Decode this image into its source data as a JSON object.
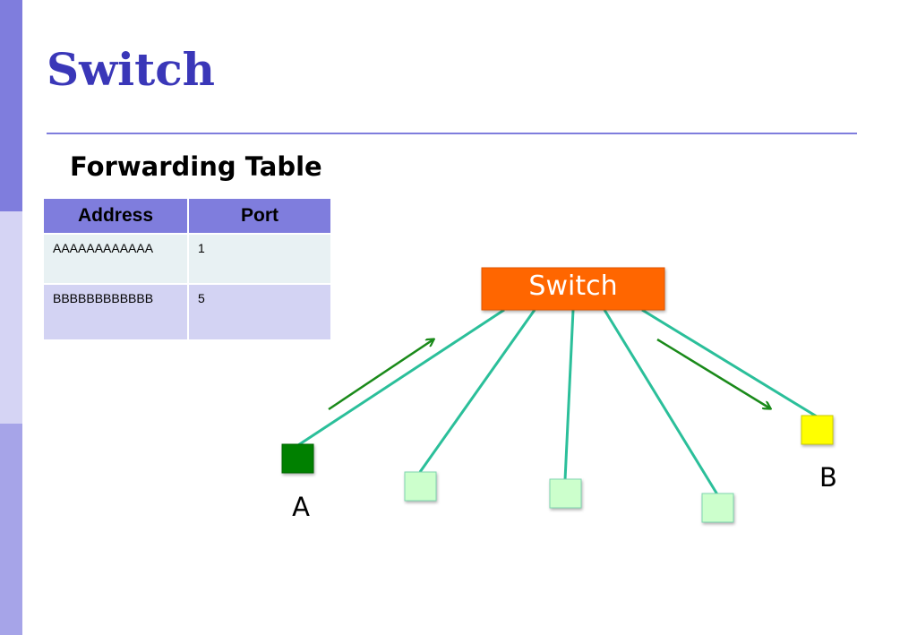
{
  "slide": {
    "title": "Switch"
  },
  "forwarding_table": {
    "heading": "Forwarding Table",
    "columns": [
      "Address",
      "Port"
    ],
    "rows": [
      {
        "address": "AAAAAAAAAAAA",
        "port": "1"
      },
      {
        "address": "BBBBBBBBBBBB",
        "port": "5"
      }
    ]
  },
  "diagram": {
    "switch_label": "Switch",
    "host_a_label": "A",
    "host_b_label": "B",
    "colors": {
      "switch_fill": "#ff6600",
      "link": "#2bbf9a",
      "host_a": "#008000",
      "host_b": "#ffff00",
      "host_other": "#ccffcc",
      "arrow": "#1a8a1a"
    }
  }
}
